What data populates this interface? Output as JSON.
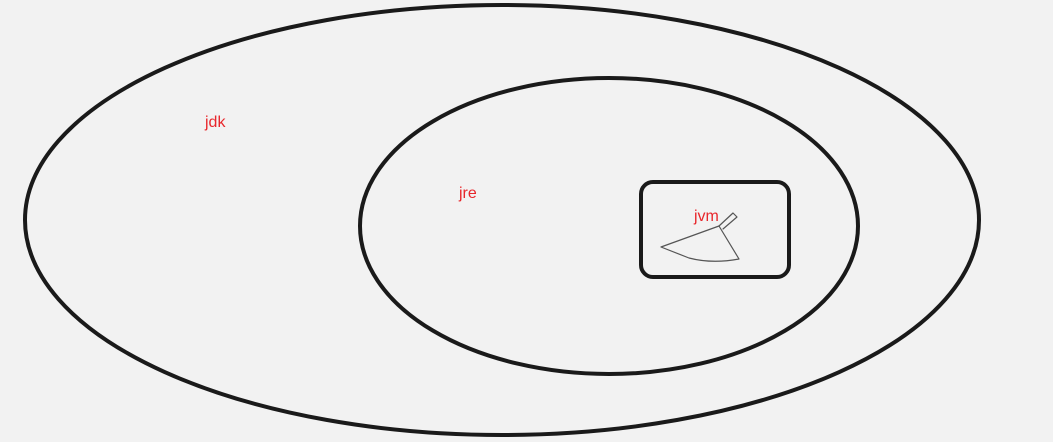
{
  "labels": {
    "jdk": "jdk",
    "jre": "jre",
    "jvm": "jvm"
  },
  "colors": {
    "background": "#f2f2f2",
    "outline": "#1a1a1a",
    "label": "#e8262b"
  }
}
